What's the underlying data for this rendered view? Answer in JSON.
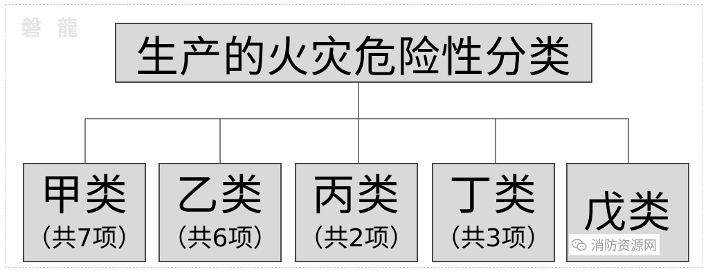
{
  "watermark": "磐 龍",
  "title": "生产的火灾危险性分类",
  "categories": [
    {
      "name": "甲类",
      "count": "（共7项）"
    },
    {
      "name": "乙类",
      "count": "（共6项）"
    },
    {
      "name": "丙类",
      "count": "（共2项）"
    },
    {
      "name": "丁类",
      "count": "（共3项）"
    },
    {
      "name": "戊类",
      "count": ""
    }
  ],
  "source": {
    "icon": "wechat-icon",
    "label": "消防资源网"
  },
  "colors": {
    "box_fill": "#d9d9d9",
    "box_border": "#4a4a4a",
    "line": "#555555",
    "watermark": "#e6e6e6"
  }
}
